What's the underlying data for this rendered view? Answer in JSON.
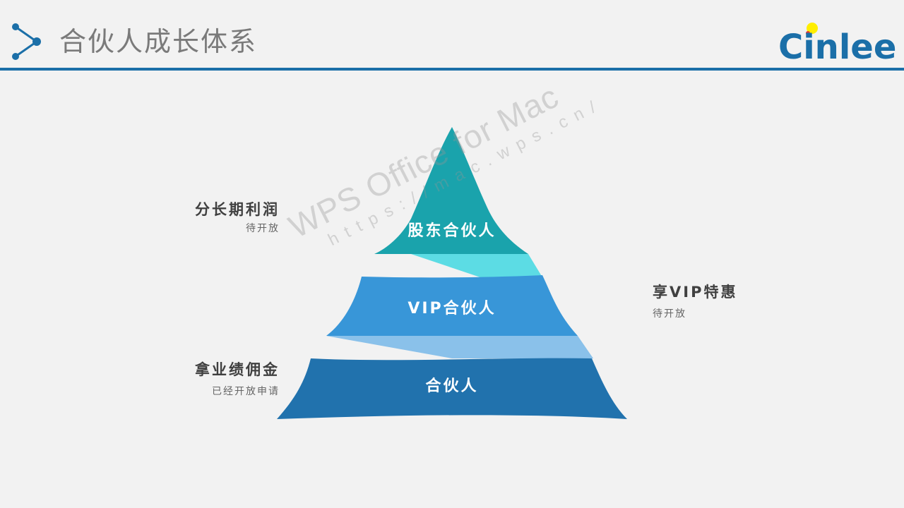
{
  "header": {
    "title": "合伙人成长体系",
    "logo_text": "Cinlee",
    "accent_color": "#1b6fa8"
  },
  "pyramid": {
    "tiers": [
      {
        "label": "股东合伙人",
        "color": "#1aa3ac"
      },
      {
        "label": "VIP合伙人",
        "color": "#3896d8"
      },
      {
        "label": "合伙人",
        "color": "#2172ad"
      }
    ],
    "connector_colors": [
      "#5cdce4",
      "#8ac1ea"
    ]
  },
  "benefits": {
    "left_top": {
      "title": "分长期利润",
      "status": "待开放"
    },
    "right_mid": {
      "title": "享VIP特惠",
      "status": "待开放"
    },
    "left_bottom": {
      "title": "拿业绩佣金",
      "status": "已经开放申请"
    }
  },
  "watermark": {
    "line1": "WPS Office for Mac",
    "line2": "https://mac.wps.cn/"
  }
}
